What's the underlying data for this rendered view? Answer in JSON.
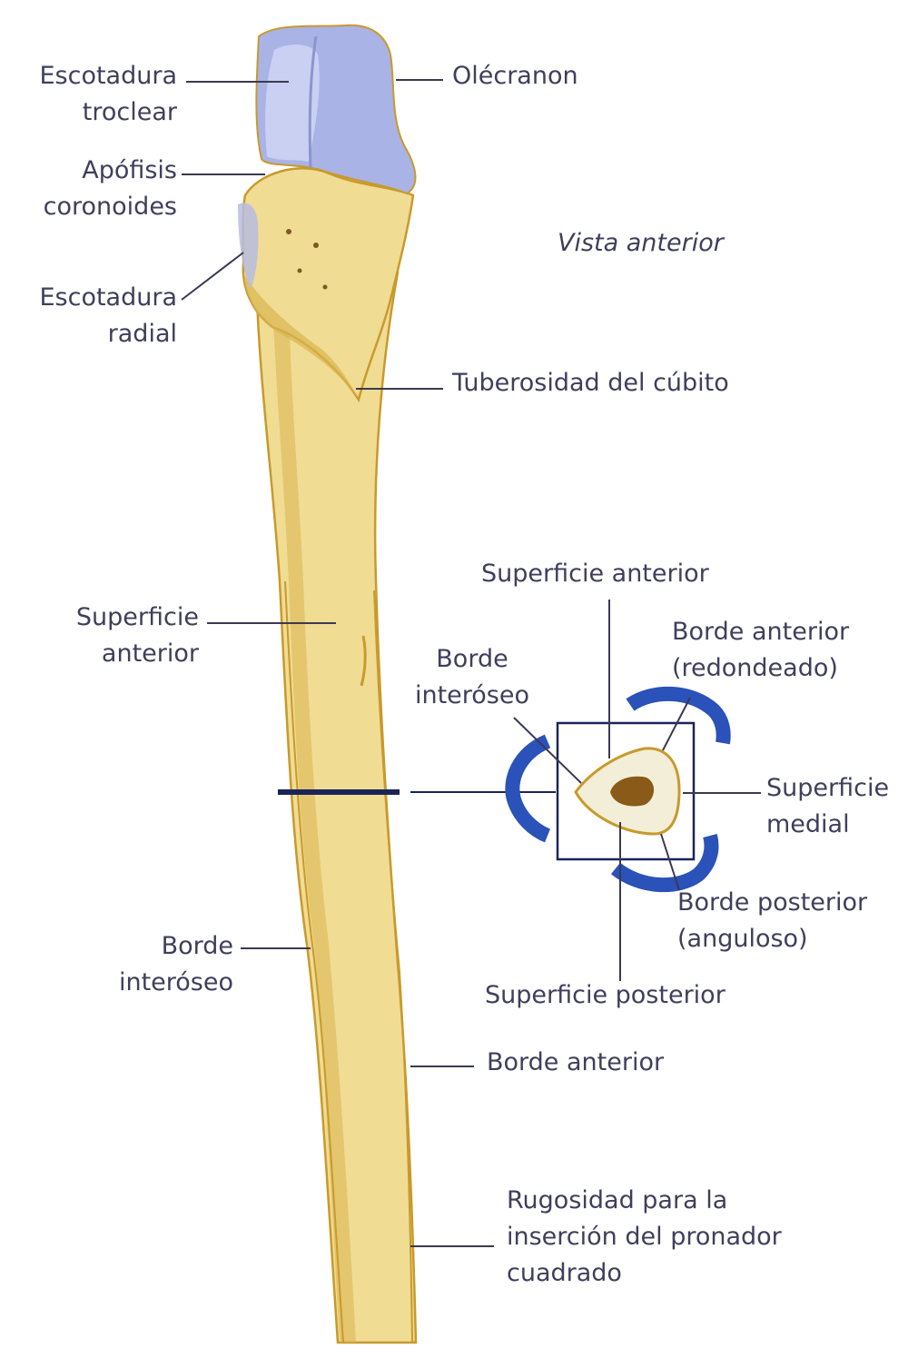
{
  "title": "Vista anterior",
  "colors": {
    "bone": "#f1dc94",
    "bone_shade": "#d9b54f",
    "bone_outline": "#c89a2c",
    "cartilage": "#a9b3e6",
    "cartilage_light": "#d9ddf7",
    "leader": "#3a3a52",
    "section_line": "#1a2458",
    "brace": "#2a52b8",
    "marrow": "#8a5a18"
  },
  "labels": {
    "escotadura_troclear": [
      "Escotadura",
      "troclear"
    ],
    "olecranon": "Olécranon",
    "apofisis_coronoides": [
      "Apófisis",
      "coronoides"
    ],
    "escotadura_radial": [
      "Escotadura",
      "radial"
    ],
    "tuberosidad": "Tuberosidad del cúbito",
    "superficie_anterior_left": [
      "Superficie",
      "anterior"
    ],
    "borde_interoseo_lower": [
      "Borde",
      "interóseo"
    ],
    "borde_anterior_lower": "Borde anterior",
    "rugosidad": [
      "Rugosidad para la",
      "inserción del pronador",
      "cuadrado"
    ],
    "inset_superficie_anterior": "Superficie anterior",
    "inset_borde_anterior": [
      "Borde anterior",
      "(redondeado)"
    ],
    "inset_borde_interoseo": [
      "Borde",
      "interóseo"
    ],
    "inset_superficie_medial": [
      "Superficie",
      "medial"
    ],
    "inset_borde_posterior": [
      "Borde posterior",
      "(anguloso)"
    ],
    "inset_superficie_posterior": "Superficie posterior"
  }
}
